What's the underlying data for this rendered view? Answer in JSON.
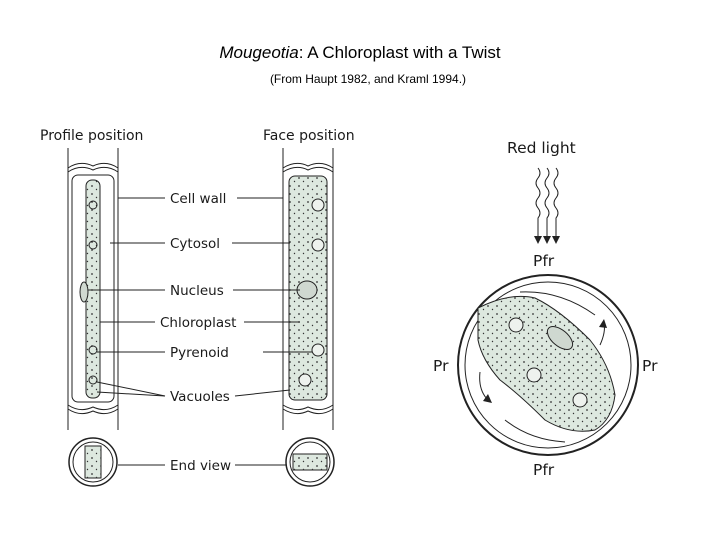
{
  "title": {
    "italic": "Mougeotia",
    "rest": ": A Chloroplast with a Twist"
  },
  "subtitle": "(From Haupt 1982, and Kraml 1994.)",
  "headers": {
    "profile": "Profile position",
    "face": "Face position"
  },
  "labels": {
    "cell_wall": "Cell wall",
    "cytosol": "Cytosol",
    "nucleus": "Nucleus",
    "chloroplast": "Chloroplast",
    "pyrenoid": "Pyrenoid",
    "vacuoles": "Vacuoles",
    "end_view": "End view"
  },
  "right_panel": {
    "red_light": "Red light",
    "pfr_top": "Pfr",
    "pr_left": "Pr",
    "pr_right": "Pr",
    "pfr_bottom": "Pfr"
  },
  "colors": {
    "chloroplast_fill": "#dde8df",
    "outline": "#222222"
  }
}
